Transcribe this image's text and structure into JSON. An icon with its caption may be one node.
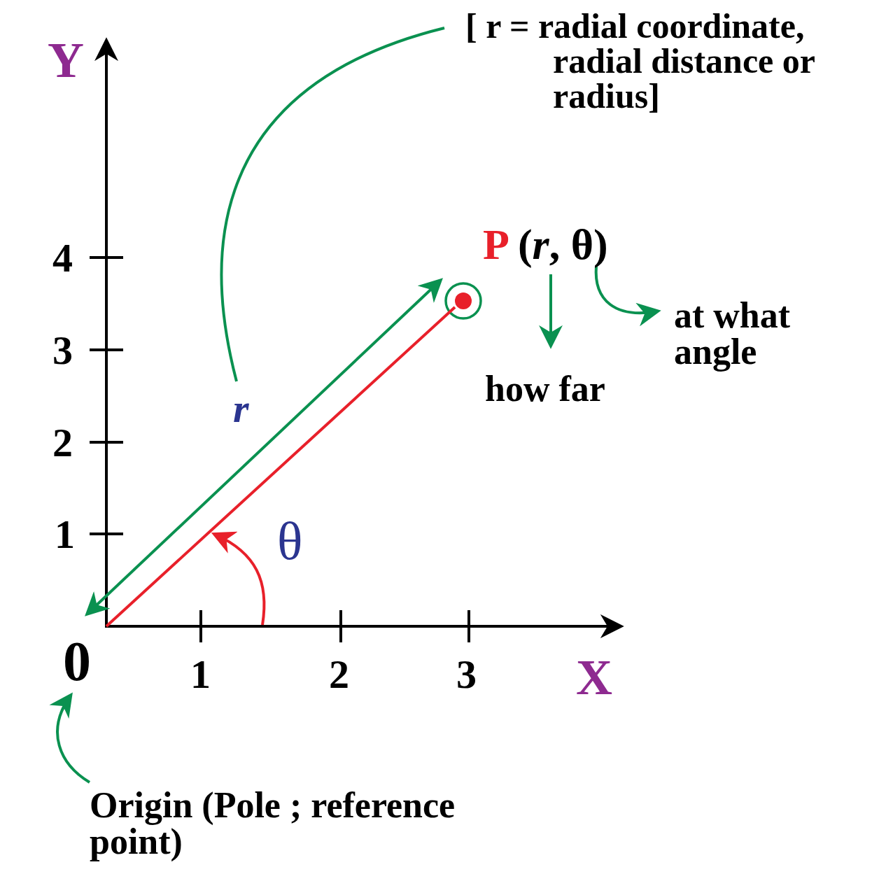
{
  "diagram": {
    "nodes": [
      {
        "text": [
          "[ r = radial coordinate, radial distance or radius]"
        ]
      },
      {
        "text": [
          "r"
        ]
      },
      {
        "text": [],
        "shape": "circle"
      },
      {
        "text": [
          "P (*r*, θ)"
        ]
      },
      {
        "text": [
          "at what angle"
        ]
      },
      {
        "text": [
          "how far"
        ]
      },
      {
        "text": [
          "0"
        ]
      },
      {
        "text": [
          "Origin (Pole ; reference point)"
        ]
      }
    ],
    "edges": [
      {
        "from": 1,
        "to": 0,
        "arrow": "none"
      },
      {
        "from": 3,
        "to": 5,
        "arrow": "to"
      },
      {
        "from": 3,
        "to": 4,
        "arrow": "to"
      },
      {
        "from": 7,
        "to": 6,
        "arrow": "to"
      },
      {
        "from": 6,
        "to": 2,
        "arrow": "both"
      },
      {
        "from": 6,
        "to": 2,
        "arrow": "none",
        "color": "#e8202a"
      }
    ],
    "labels": [
      "Y",
      "4",
      "3",
      "2",
      "1",
      "θ",
      "1",
      "2",
      "3",
      "X"
    ]
  }
}
